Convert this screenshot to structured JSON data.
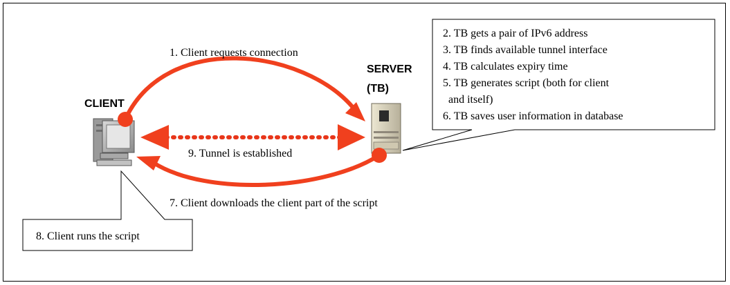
{
  "labels": {
    "client": "CLIENT",
    "server_line1": "SERVER",
    "server_line2": "(TB)"
  },
  "steps": {
    "step1": "1. Client requests connection",
    "step7": "7.  Client downloads the client part of the script",
    "step8": "8. Client runs the script",
    "step9": "9. Tunnel is established"
  },
  "server_callout": [
    "2. TB gets a pair of IPv6 address",
    "3. TB finds available tunnel interface",
    "4. TB calculates expiry time",
    "5. TB generates script (both for client",
    "  and itself)",
    "6. TB saves user information in database"
  ],
  "colors": {
    "arrow": "#f0401e",
    "dotted": "#e8361a"
  }
}
